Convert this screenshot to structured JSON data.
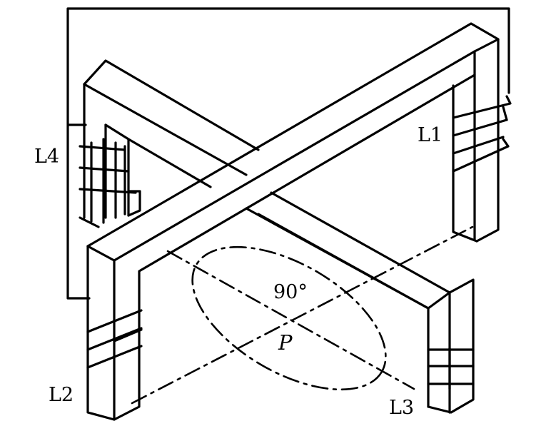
{
  "labels": {
    "l1": "L1",
    "l2": "L2",
    "l3": "L3",
    "l4": "L4",
    "angle": "90°",
    "point": "P"
  },
  "colors": {
    "stroke": "#000000",
    "background": "#ffffff"
  }
}
